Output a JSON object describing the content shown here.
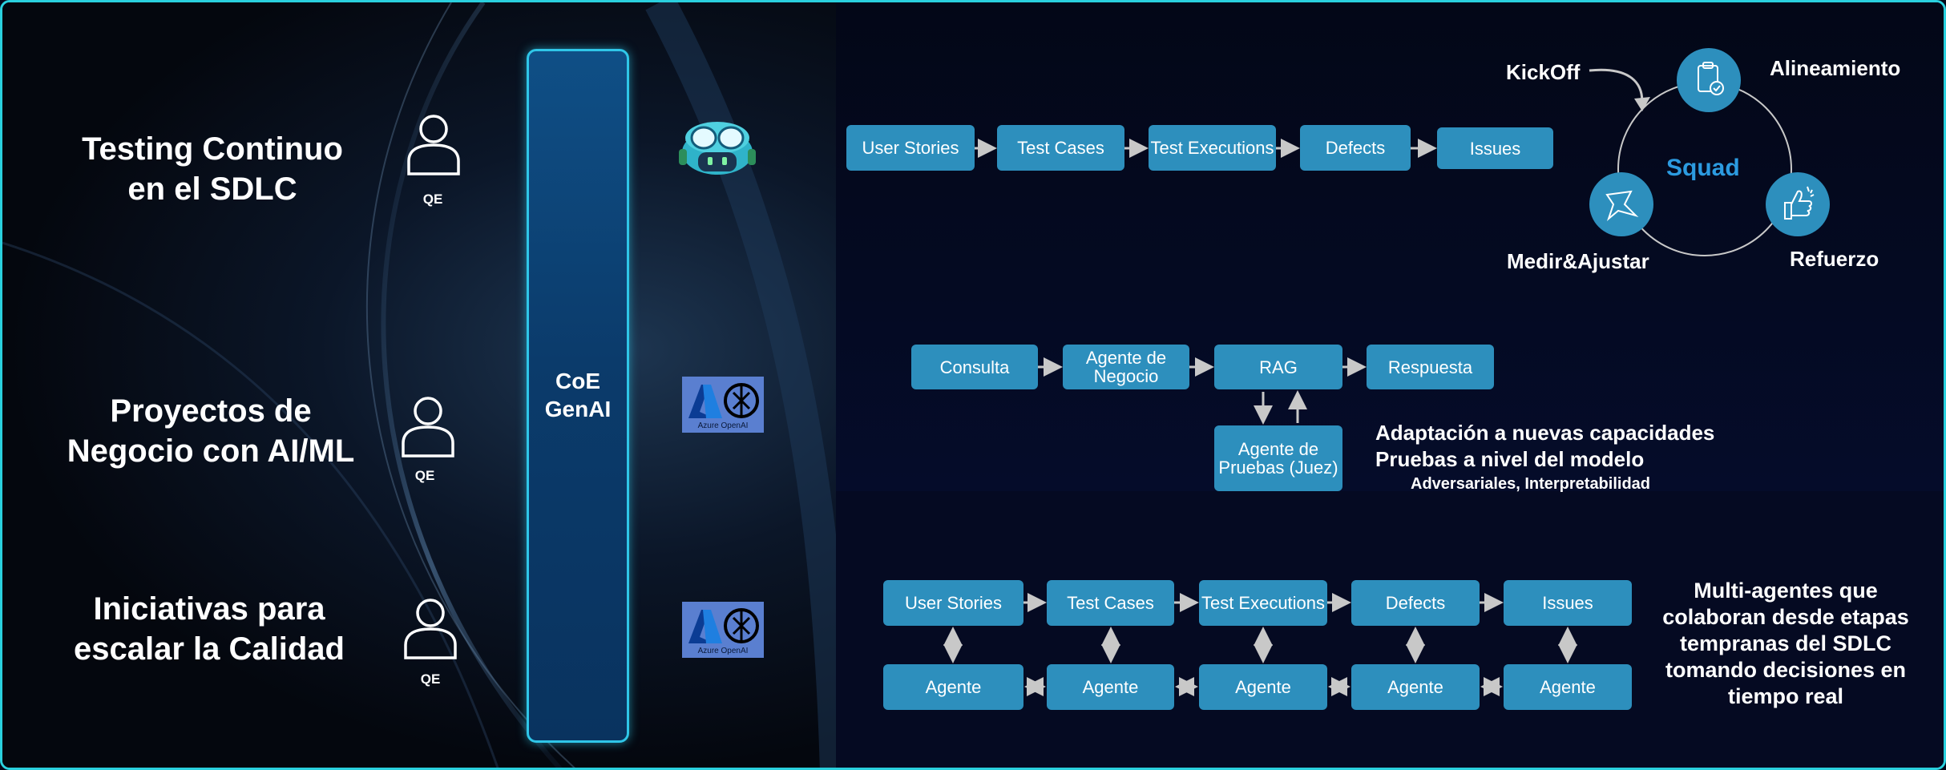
{
  "left": {
    "rows": [
      {
        "title_line1": "Testing Continuo",
        "title_line2": "en el SDLC",
        "role": "QE",
        "icon": "copilot-bot-icon"
      },
      {
        "title_line1": "Proyectos de",
        "title_line2": "Negocio con AI/ML",
        "role": "QE",
        "icon": "azure-openai-logo"
      },
      {
        "title_line1": "Iniciativas para",
        "title_line2": "escalar la Calidad",
        "role": "QE",
        "icon": "azure-openai-logo"
      }
    ],
    "coe_line1": "CoE",
    "coe_line2": "GenAI",
    "azure_caption": "Azure OpenAI"
  },
  "flow1": {
    "steps": [
      "User Stories",
      "Test Cases",
      "Test Executions",
      "Defects",
      "Issues"
    ]
  },
  "squad": {
    "center": "Squad",
    "kickoff": "KickOff",
    "alineamiento": "Alineamiento",
    "refuerzo": "Refuerzo",
    "medir": "Medir&Ajustar"
  },
  "flow2": {
    "steps": [
      "Consulta",
      "Agente de Negocio",
      "RAG",
      "Respuesta"
    ],
    "judge": "Agente de Pruebas (Juez)",
    "note_line1": "Adaptación a nuevas capacidades",
    "note_line2": "Pruebas a nivel del modelo",
    "note_sub": "Adversariales, Interpretabilidad"
  },
  "flow3": {
    "steps": [
      "User Stories",
      "Test Cases",
      "Test Executions",
      "Defects",
      "Issues"
    ],
    "agents": [
      "Agente",
      "Agente",
      "Agente",
      "Agente",
      "Agente"
    ],
    "note_lines": [
      "Multi-agentes que",
      "colaboran desde etapas",
      "tempranas del SDLC",
      "tomando decisiones en",
      "tiempo real"
    ]
  },
  "colors": {
    "box": "#2d8fbd",
    "squad_text": "#2c9be0",
    "border": "#2ad0de"
  }
}
